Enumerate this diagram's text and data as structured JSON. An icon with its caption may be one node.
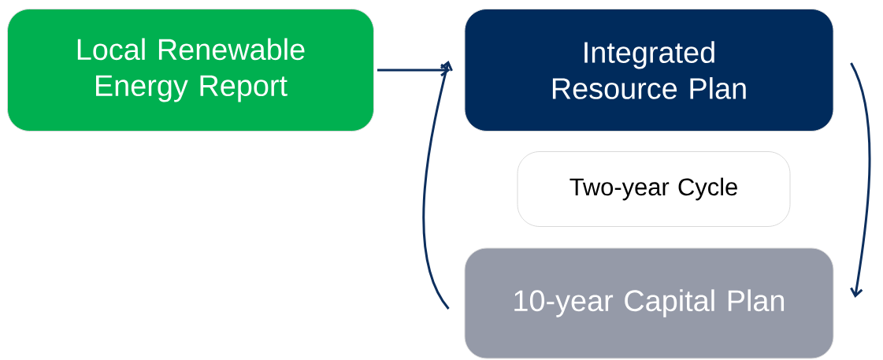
{
  "diagram": {
    "nodes": [
      {
        "text": [
          "Local Renewable Energy Report"
        ]
      },
      {
        "text": [
          "Integrated Resource Plan"
        ]
      },
      {
        "text": [
          "Two-year Cycle"
        ]
      },
      {
        "text": [
          "10-year Capital Plan"
        ]
      }
    ],
    "edges": [
      {
        "from": 0,
        "to": 1,
        "arrow": "to"
      },
      {
        "from": 1,
        "to": 3,
        "arrow": "to"
      },
      {
        "from": 3,
        "to": 1,
        "arrow": "to"
      }
    ]
  }
}
